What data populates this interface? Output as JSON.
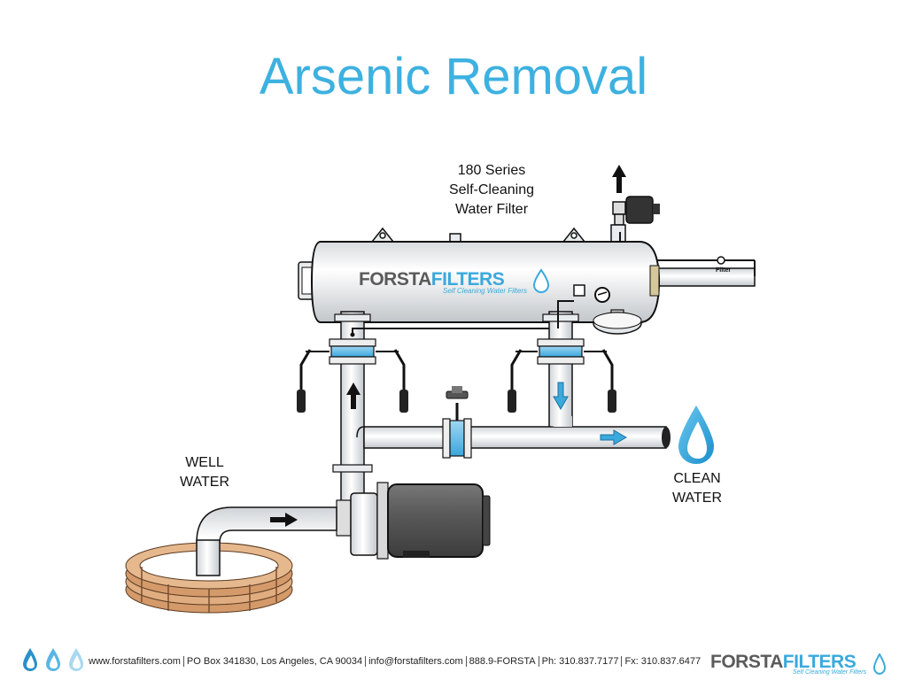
{
  "slide": {
    "title": "Arsenic Removal"
  },
  "diagram": {
    "product_label_line1": "180 Series",
    "product_label_line2": "Self-Cleaning",
    "product_label_line3": "Water Filter",
    "brand_part1": "FORSTA",
    "brand_part2": "FILTERS",
    "brand_tagline": "Self Cleaning Water Filters",
    "flush_pipe_label": "Filter",
    "well_water_line1": "WELL",
    "well_water_line2": "WATER",
    "clean_water_line1": "CLEAN",
    "clean_water_line2": "WATER"
  },
  "footer": {
    "website": "www.forstafilters.com",
    "address": "PO Box 341830, Los Angeles, CA 90034",
    "email": "info@forstafilters.com",
    "phone_vanity": "888.9-FORSTA",
    "phone": "Ph: 310.837.7177",
    "fax": "Fx: 310.837.6477",
    "logo_part1": "FORSTA",
    "logo_part2": "FILTERS",
    "logo_tagline": "Self Cleaning Water Filters"
  },
  "colors": {
    "title": "#3db1e0",
    "brand_blue": "#3aa9dc",
    "brand_gray": "#5b5b5b",
    "pipe_fill": "#eef0f2",
    "outline": "#1a1a1a",
    "motor": "#555555",
    "coil": "#c98a5c"
  }
}
